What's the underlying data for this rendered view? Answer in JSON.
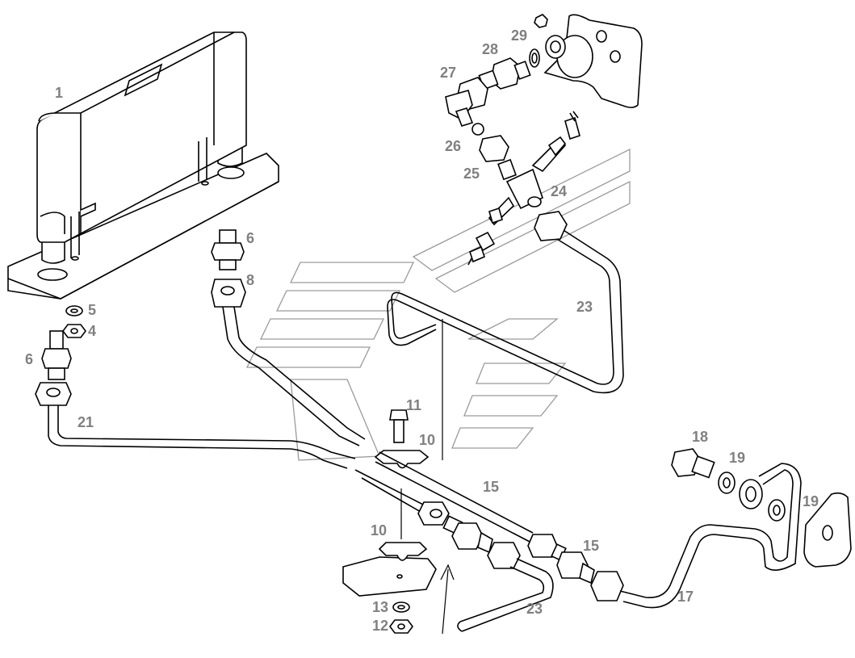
{
  "diagram": {
    "colors": {
      "line": "#000000",
      "callout": "#808080",
      "watermark": "#9a9a9a",
      "background": "#ffffff"
    },
    "callouts": {
      "c1": "1",
      "c4": "4",
      "c5": "5",
      "c6a": "6",
      "c6b": "6",
      "c8": "8",
      "c10a": "10",
      "c10b": "10",
      "c11": "11",
      "c12": "12",
      "c13": "13",
      "c15a": "15",
      "c15b": "15",
      "c17": "17",
      "c18": "18",
      "c19a": "19",
      "c19b": "19",
      "c21": "21",
      "c23a": "23",
      "c23b": "23",
      "c24": "24",
      "c25": "25",
      "c26": "26",
      "c27": "27",
      "c28": "28",
      "c29": "29"
    }
  }
}
